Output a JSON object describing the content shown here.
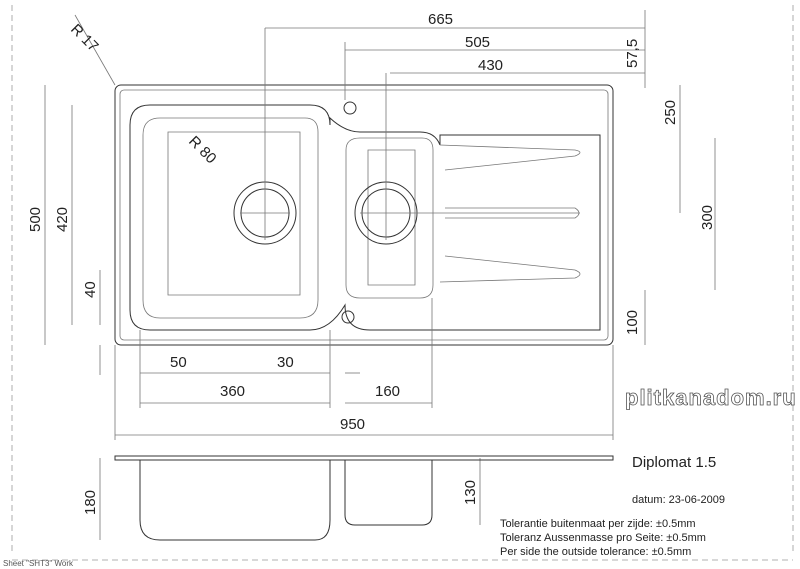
{
  "drawing": {
    "title": "Diplomat 1.5",
    "date": "datum: 23-06-2009",
    "tolerances": [
      "Tolerantie buitenmaat per zijde: ±0.5mm",
      "Toleranz Aussenmasse pro Seite: ±0.5mm",
      "Per side the outside tolerance: ±0.5mm"
    ],
    "sheet_label": "Sheet \"SHT3\" Work",
    "watermark": "plitkanadom.ru"
  },
  "dimensions": {
    "top": [
      "665",
      "505",
      "430"
    ],
    "right": [
      "57,5",
      "250",
      "300",
      "100"
    ],
    "left": [
      "500",
      "420",
      "40"
    ],
    "radii": [
      "R 17",
      "R 80"
    ],
    "bottom": [
      "50",
      "30",
      "360",
      "160",
      "950"
    ],
    "section": [
      "180",
      "130"
    ]
  }
}
